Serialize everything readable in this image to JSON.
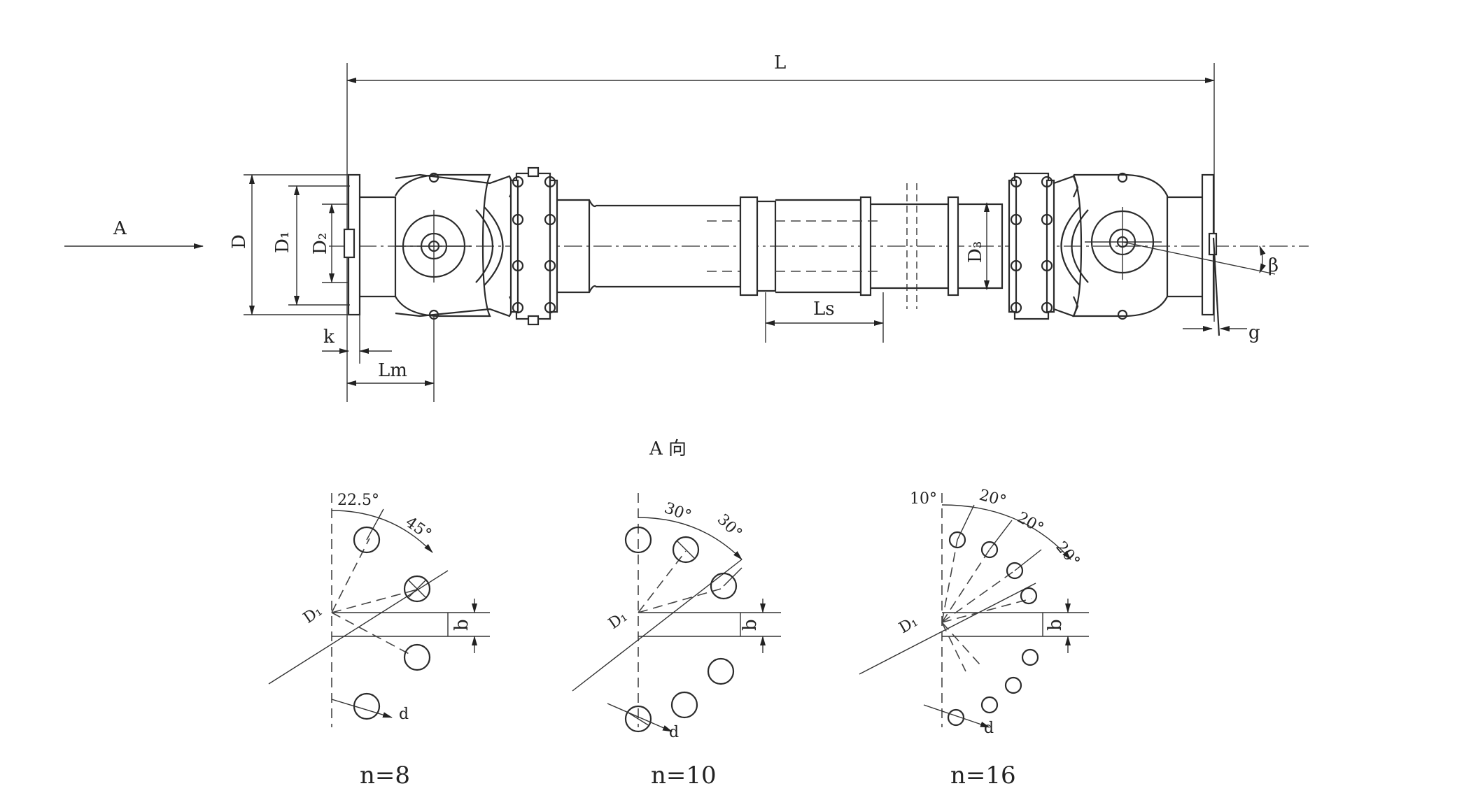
{
  "main_view": {
    "dim_L": "L",
    "view_arrow": "A",
    "dim_D": "D",
    "dim_D1": "D₁",
    "dim_D2": "D₂",
    "dim_D3": "D₃",
    "dim_k": "k",
    "dim_Lm": "Lm",
    "dim_Ls": "Ls",
    "dim_beta": "β",
    "dim_g": "g"
  },
  "section_title": "A 向",
  "flange_views": [
    {
      "n_label": "n=8",
      "angle_labels": [
        "22.5°",
        "45°"
      ],
      "D1": "D₁",
      "b": "b",
      "d": "d"
    },
    {
      "n_label": "n=10",
      "angle_labels": [
        "30°",
        "30°"
      ],
      "D1": "D₁",
      "b": "b",
      "d": "d"
    },
    {
      "n_label": "n=16",
      "angle_labels": [
        "10°",
        "20°",
        "20°",
        "20°"
      ],
      "D1": "D₁",
      "b": "b",
      "d": "d"
    }
  ]
}
